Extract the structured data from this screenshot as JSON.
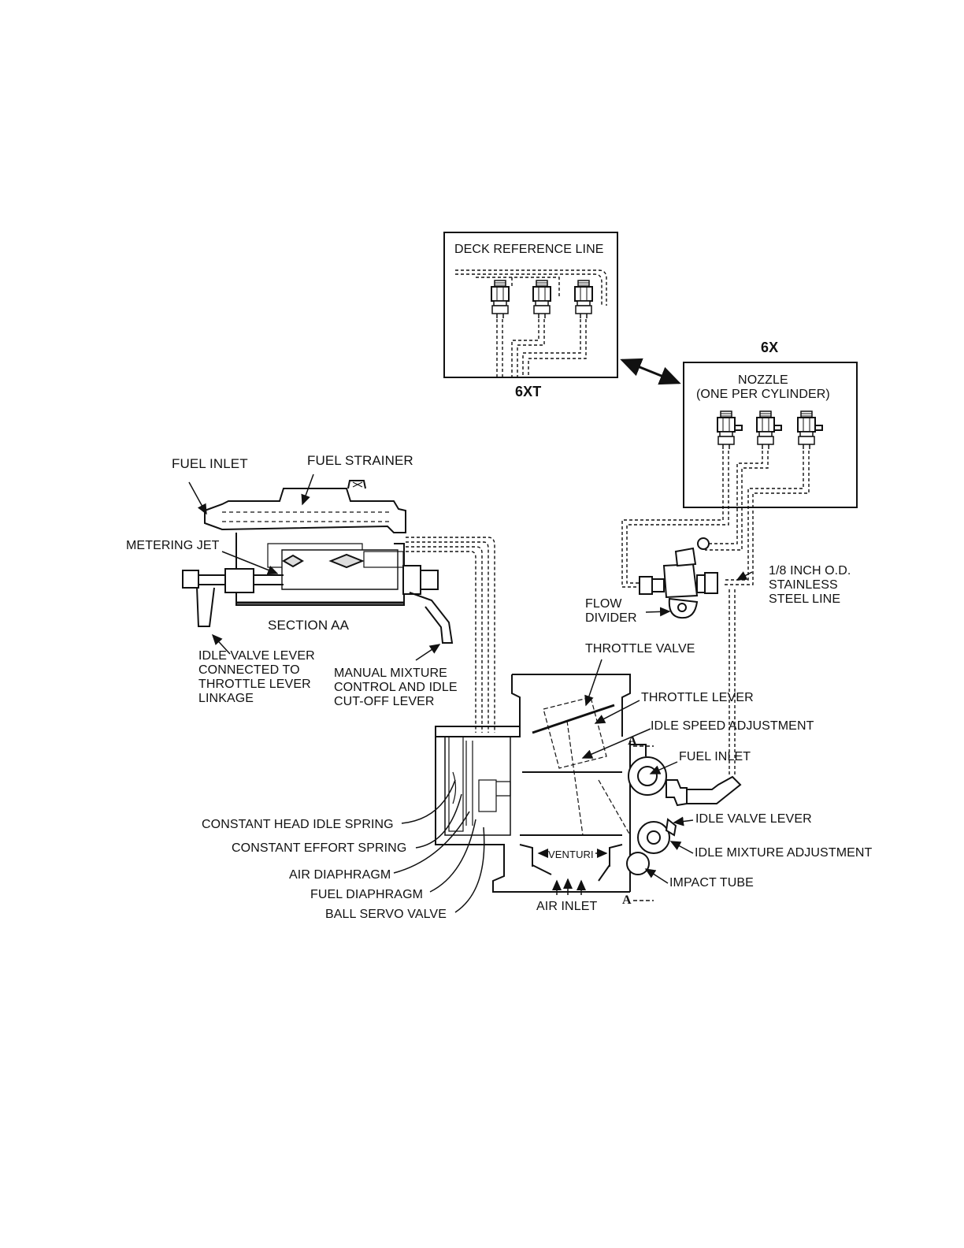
{
  "inset_6xt": {
    "title": "DECK REFERENCE LINE",
    "caption": "6XT"
  },
  "inset_6x": {
    "heading": "6X",
    "title": "NOZZLE\n(ONE PER CYLINDER)"
  },
  "labels": {
    "fuel_inlet_top": "FUEL INLET",
    "fuel_strainer": "FUEL STRAINER",
    "metering_jet": "METERING JET",
    "section_aa": "SECTION AA",
    "idle_valve_lever_linkage": "IDLE VALVE LEVER\nCONNECTED TO\nTHROTTLE LEVER\nLINKAGE",
    "manual_mixture": "MANUAL MIXTURE\nCONTROL AND IDLE\nCUT-OFF LEVER",
    "flow_divider": "FLOW\nDIVIDER",
    "stainless_line": "1/8 INCH O.D.\nSTAINLESS\nSTEEL LINE",
    "throttle_valve": "THROTTLE VALVE",
    "throttle_lever": "THROTTLE LEVER",
    "idle_speed_adjustment": "IDLE SPEED ADJUSTMENT",
    "fuel_inlet_right": "FUEL INLET",
    "idle_valve_lever": "IDLE VALVE LEVER",
    "idle_mixture_adjustment": "IDLE MIXTURE ADJUSTMENT",
    "impact_tube": "IMPACT TUBE",
    "venturi": "VENTURI",
    "air_inlet": "AIR INLET",
    "constant_head_idle_spring": "CONSTANT HEAD IDLE SPRING",
    "constant_effort_spring": "CONSTANT EFFORT SPRING",
    "air_diaphragm": "AIR DIAPHRAGM",
    "fuel_diaphragm": "FUEL DIAPHRAGM",
    "ball_servo_valve": "BALL SERVO VALVE",
    "section_mark_a_top": "A",
    "section_mark_a_bottom": "A"
  }
}
